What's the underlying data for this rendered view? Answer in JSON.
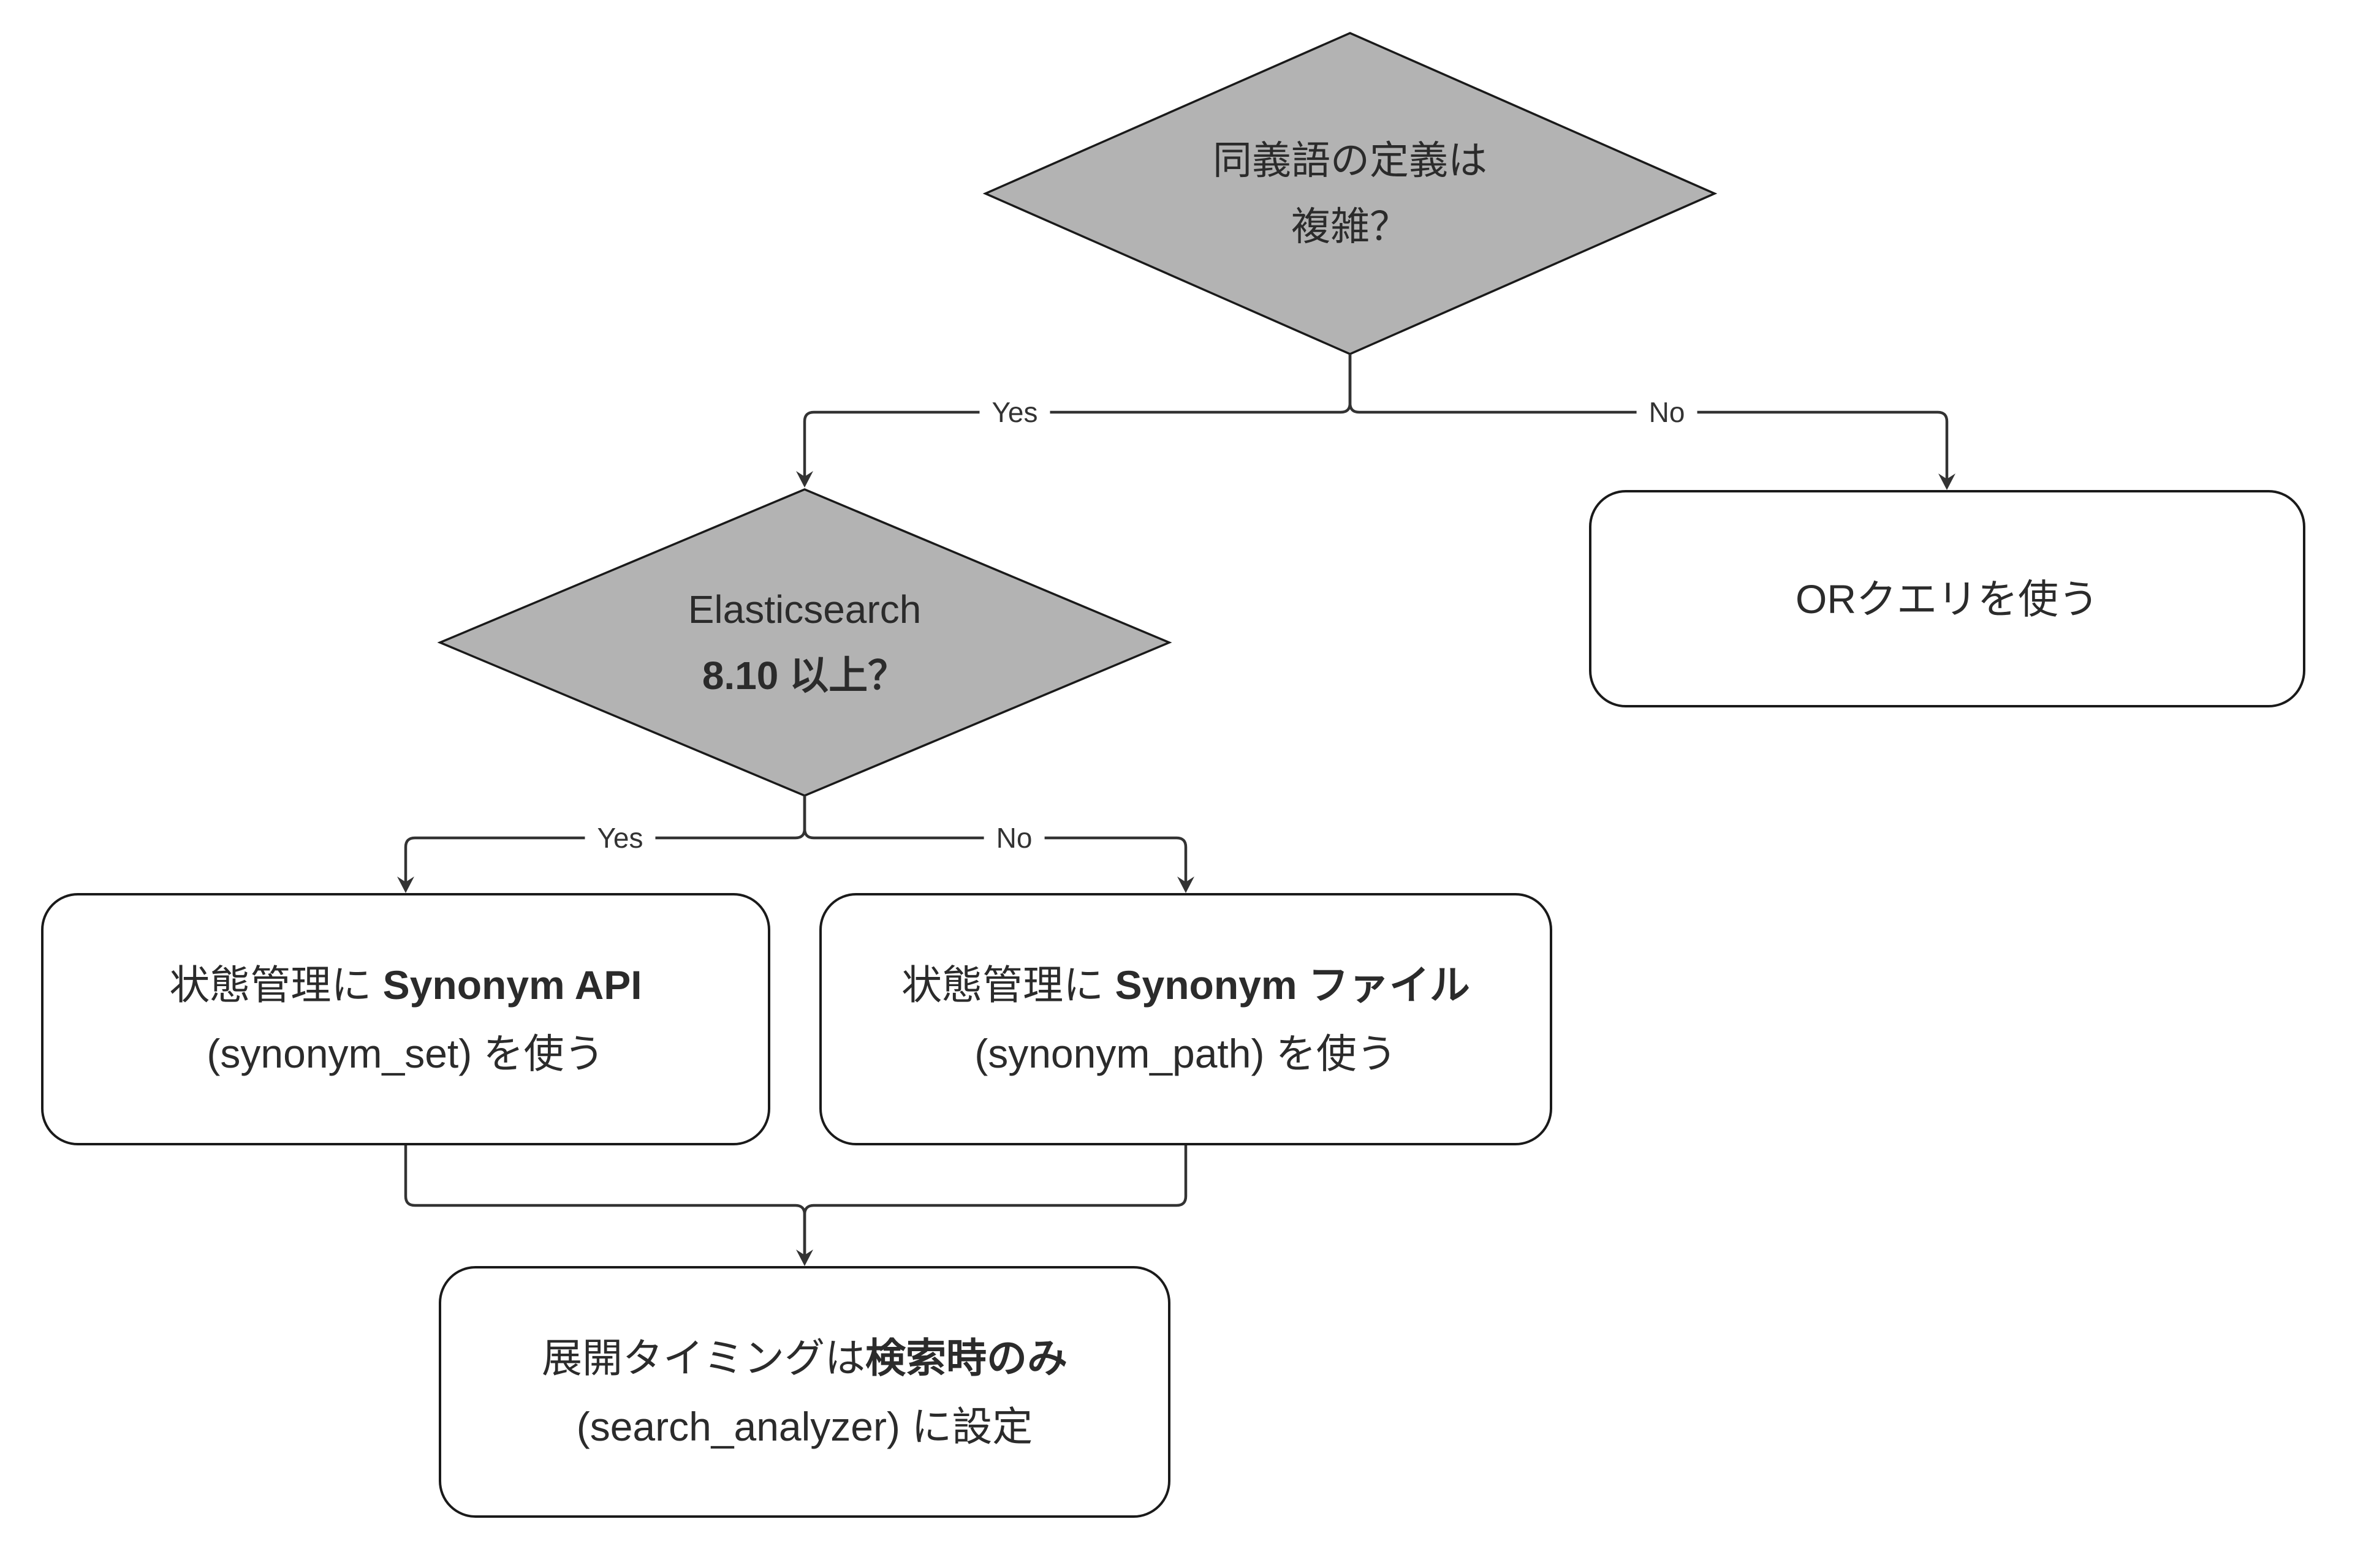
{
  "theme": {
    "background": "#ffffff",
    "node_fill": "#ffffff",
    "node_border": "#1a1a1a",
    "decision_fill": "#b3b3b3",
    "decision_border": "#1a1a1a",
    "edge_color": "#333333",
    "text_color": "#2b2b2b",
    "label_color": "#333333"
  },
  "nodes": {
    "q_complex": {
      "line1": "同義語の定義は",
      "line2": "複雑？"
    },
    "q_version": {
      "line1": "Elasticsearch",
      "line2_bold": "8.10 以上？"
    },
    "or_query": {
      "line1": "ORクエリを使う"
    },
    "synonym_api": {
      "line1_pre": "状態管理に ",
      "line1_bold": "Synonym API",
      "line2": "(synonym_set) を使う"
    },
    "synonym_file": {
      "line1_pre": "状態管理に ",
      "line1_bold": "Synonym ファイル",
      "line2": "(synonym_path) を使う"
    },
    "search_time": {
      "line1_pre": "展開タイミングは",
      "line1_bold": "検索時のみ",
      "line2": "(search_analyzer) に設定"
    }
  },
  "edges": {
    "d1_yes": "Yes",
    "d1_no": "No",
    "d2_yes": "Yes",
    "d2_no": "No"
  }
}
